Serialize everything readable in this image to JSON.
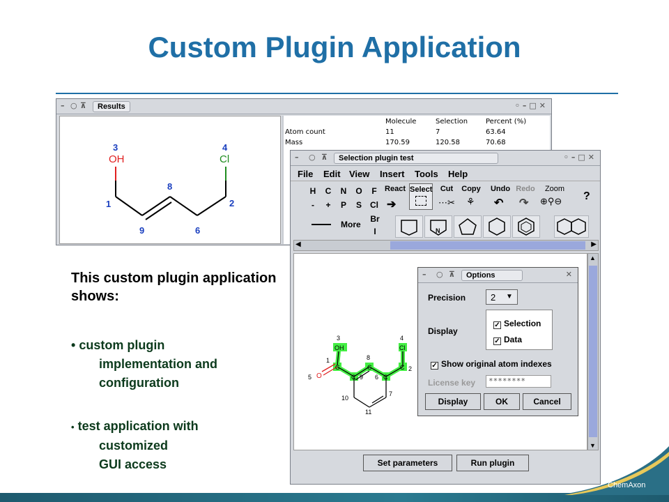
{
  "slide": {
    "title": "Custom Plugin Application",
    "intro": "This custom plugin application shows:",
    "bullets": [
      {
        "marker": "•",
        "line1": "custom plugin",
        "line2": "implementation and",
        "line3": "configuration"
      },
      {
        "marker": "•",
        "line1": "test application with",
        "line2": "customized",
        "line3": "GUI access"
      }
    ],
    "logo": "ChemAxon"
  },
  "results_window": {
    "title": "Results",
    "molecule": {
      "labels": {
        "oh": "OH",
        "cl": "Cl"
      },
      "indexes": [
        "3",
        "4",
        "8",
        "1",
        "2",
        "9",
        "6"
      ]
    },
    "table": {
      "headers": [
        "Molecule",
        "Selection",
        "Percent (%)"
      ],
      "rows": [
        {
          "label": "Atom count",
          "molecule": "11",
          "selection": "7",
          "percent": "63.64"
        },
        {
          "label": "Mass",
          "molecule": "170.59",
          "selection": "120.58",
          "percent": "70.68"
        }
      ]
    }
  },
  "selection_window": {
    "title": "Selection plugin test",
    "menu": [
      "File",
      "Edit",
      "View",
      "Insert",
      "Tools",
      "Help"
    ],
    "atoms_row1": [
      "H",
      "C",
      "N",
      "O",
      "F"
    ],
    "atoms_row2": [
      "-",
      "+",
      "P",
      "S",
      "Cl"
    ],
    "atoms_extra": [
      "Br",
      "I"
    ],
    "more_label": "More",
    "tools": {
      "react": "React",
      "select": "Select",
      "cut": "Cut",
      "copy": "Copy",
      "undo": "Undo",
      "redo": "Redo",
      "zoom": "Zoom",
      "help": "?"
    },
    "ring_n": "N",
    "molecule": {
      "labels": {
        "oh": "OH",
        "cl": "Cl",
        "o": "O",
        "c": "C"
      },
      "indexes": [
        "3",
        "4",
        "1",
        "8",
        "2",
        "5",
        "9",
        "6",
        "7",
        "10",
        "11"
      ]
    },
    "buttons": {
      "set_parameters": "Set parameters",
      "run_plugin": "Run plugin"
    }
  },
  "options_dialog": {
    "title": "Options",
    "precision_label": "Precision",
    "precision_value": "2",
    "display_label": "Display",
    "display_selection": "Selection",
    "display_data": "Data",
    "show_indexes": "Show original atom indexes",
    "license_label": "License key",
    "license_value": "********",
    "buttons": {
      "display": "Display",
      "ok": "OK",
      "cancel": "Cancel"
    }
  },
  "colors": {
    "title": "#1f6fa6",
    "bullet_text": "#0c3a1c",
    "atom_index": "#1a3fbf",
    "oh": "#e02020",
    "cl": "#1e8c1e",
    "highlight": "#44ee44"
  }
}
